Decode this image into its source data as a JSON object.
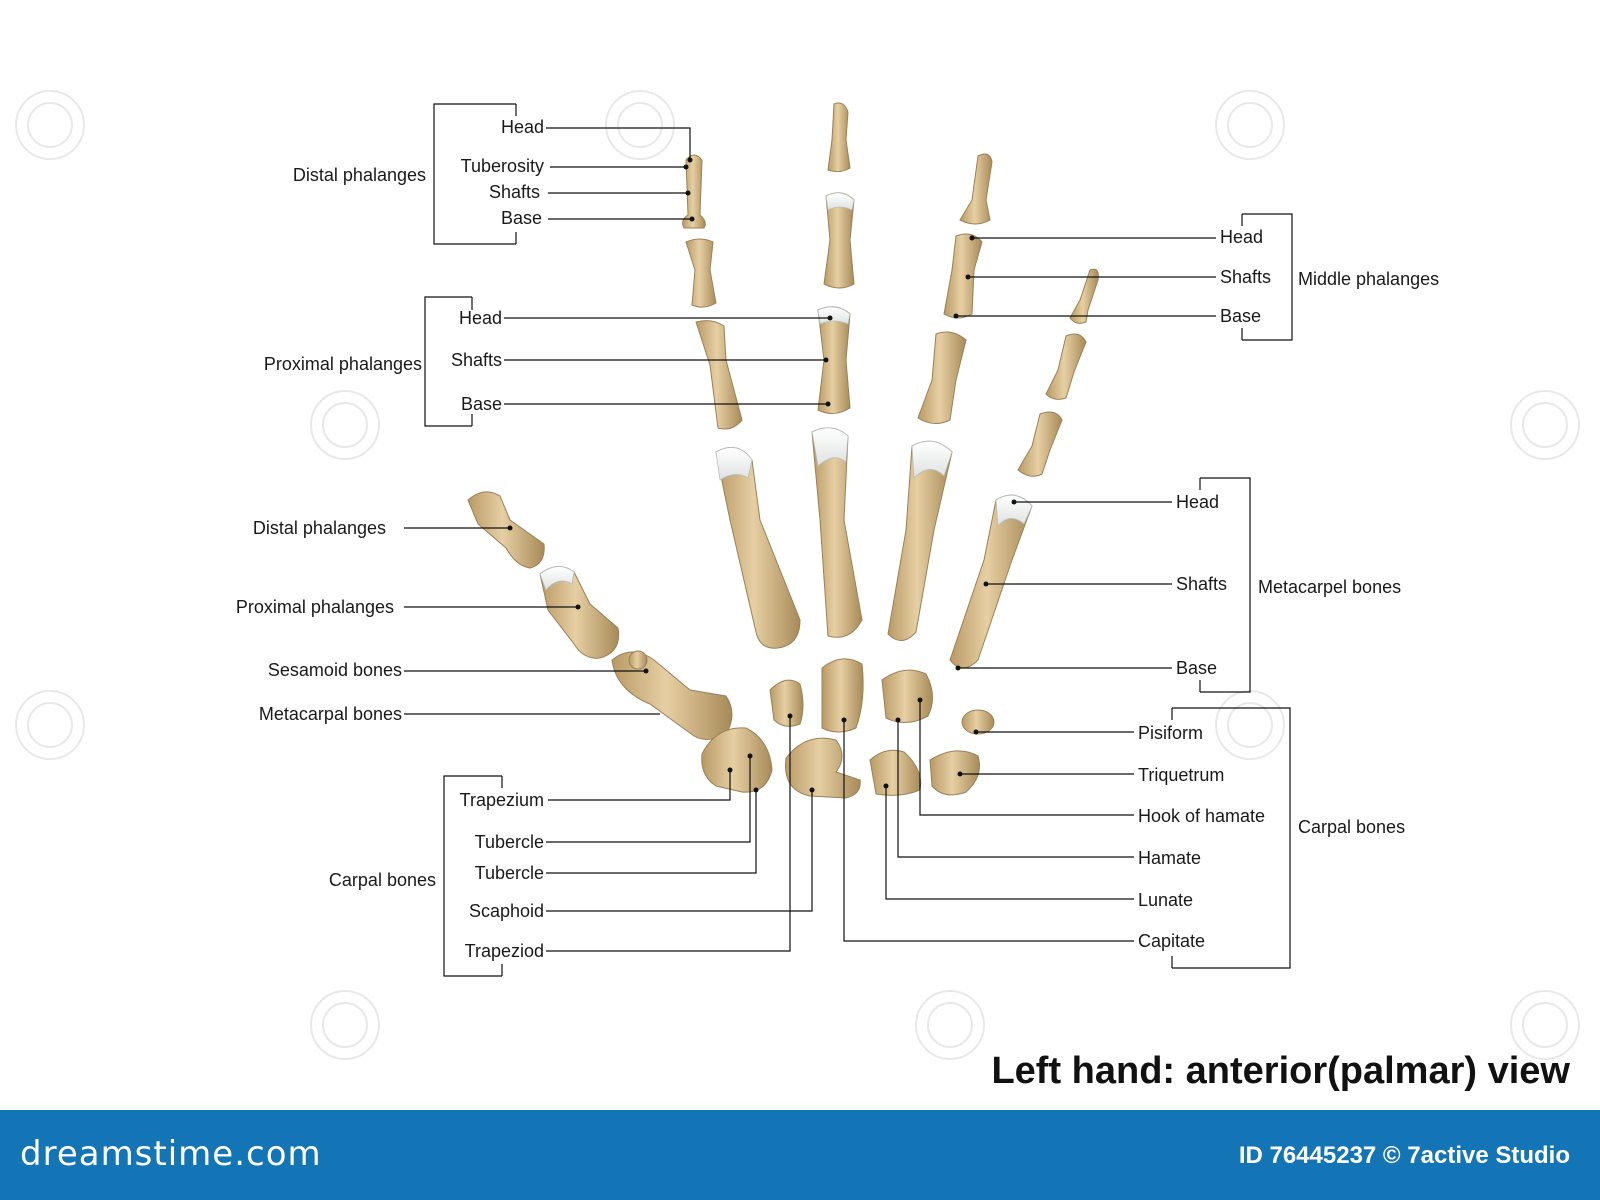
{
  "title": "Left hand: anterior(palmar) view",
  "footer": {
    "brand": "dreamstime.com",
    "id_text": "ID 76445237 © 7active Studio",
    "bg_color": "#1475b6"
  },
  "colors": {
    "bone": "#d9bd8a",
    "cartilage": "#eef0f0",
    "line": "#111111"
  },
  "labels": {
    "distal_top": {
      "group": "Distal phalanges",
      "head": "Head",
      "tuberosity": "Tuberosity",
      "shafts": "Shafts",
      "base": "Base"
    },
    "proximal_top": {
      "group": "Proximal phalanges",
      "head": "Head",
      "shafts": "Shafts",
      "base": "Base"
    },
    "middle": {
      "group": "Middle phalanges",
      "head": "Head",
      "shafts": "Shafts",
      "base": "Base"
    },
    "metacarpal_right": {
      "group": "Metacarpel bones",
      "head": "Head",
      "shafts": "Shafts",
      "base": "Base"
    },
    "thumb": {
      "distal": "Distal phalanges",
      "proximal": "Proximal phalanges",
      "sesamoid": "Sesamoid bones",
      "metacarpal": "Metacarpal bones"
    },
    "carpal_left": {
      "group": "Carpal bones",
      "trapezium": "Trapezium",
      "tubercle1": "Tubercle",
      "tubercle2": "Tubercle",
      "scaphoid": "Scaphoid",
      "trapeziod": "Trapeziod"
    },
    "carpal_right": {
      "group": "Carpal bones",
      "pisiform": "Pisiform",
      "triquetrum": "Triquetrum",
      "hook": "Hook of hamate",
      "hamate": "Hamate",
      "lunate": "Lunate",
      "capitate": "Capitate"
    }
  }
}
